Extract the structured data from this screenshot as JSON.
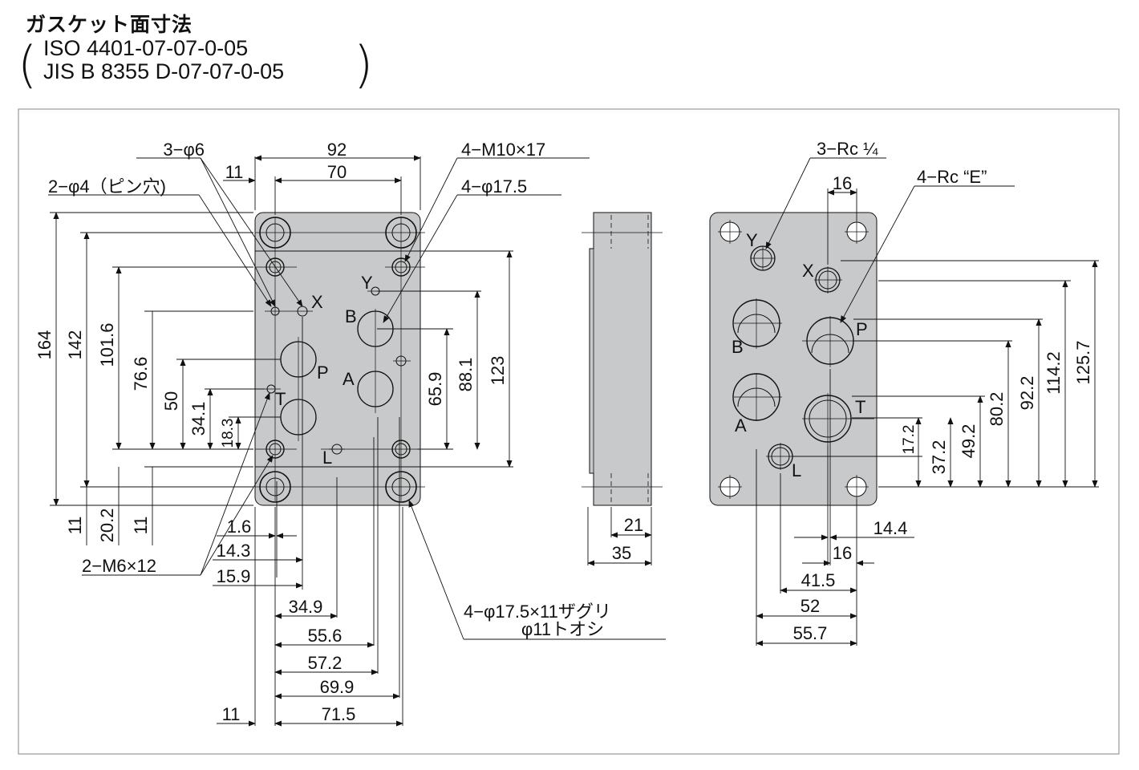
{
  "heading": {
    "title": "ガスケット面寸法",
    "iso": "ISO 4401-07-07-0-05",
    "jis": "JIS B 8355 D-07-07-0-05",
    "open_paren": "(",
    "close_paren": ")"
  },
  "front_view": {
    "callouts": {
      "holes_6": "3−φ6",
      "pin_holes": "2−φ4（ピン穴)",
      "tapped": "4−M10×17",
      "counterbore_top": "4−φ17.5",
      "m6": "2−M6×12",
      "cbore_line1": "4−φ17.5×11ザグリ",
      "cbore_line2": "φ11トオシ"
    },
    "ports": {
      "X": "X",
      "Y": "Y",
      "B": "B",
      "P": "P",
      "A": "A",
      "T": "T",
      "L": "L"
    },
    "dims_top": {
      "overall": "92",
      "inner": "70",
      "offset": "11"
    },
    "dims_left": [
      "164",
      "142",
      "101.6",
      "76.6",
      "50",
      "34.1",
      "18.3"
    ],
    "dims_right": [
      "65.9",
      "88.1",
      "123"
    ],
    "dims_bottom_left": [
      "11",
      "20.2",
      "11"
    ],
    "dims_horizontal": [
      "1.6",
      "14.3",
      "15.9",
      "34.9",
      "55.6",
      "57.2",
      "69.9",
      "71.5"
    ],
    "dim_bottom_offset": "11"
  },
  "side_view": {
    "dims": [
      "21",
      "35"
    ]
  },
  "back_view": {
    "callouts": {
      "rc_quarter": "3−Rc ¼",
      "rc_e": "4−Rc “E”"
    },
    "ports": {
      "Y": "Y",
      "X": "X",
      "B": "B",
      "P": "P",
      "A": "A",
      "T": "T",
      "L": "L"
    },
    "dim_top": "16",
    "dims_right": [
      "17.2",
      "37.2",
      "49.2",
      "80.2",
      "92.2",
      "114.2",
      "125.7"
    ],
    "dims_bottom": [
      "14.4",
      "16",
      "41.5",
      "52",
      "55.7"
    ]
  },
  "colors": {
    "plate": "#c8c9ca",
    "line": "#111111",
    "frame": "#9a9a9a"
  }
}
